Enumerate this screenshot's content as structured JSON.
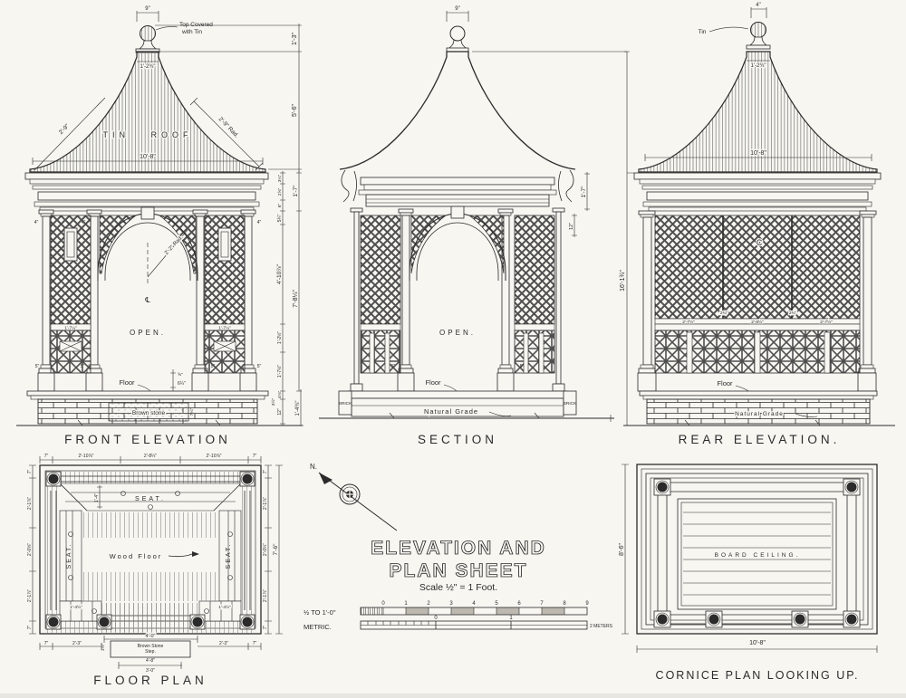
{
  "sheet": {
    "bg": "#f7f6f1",
    "ink": "#2b2b2b"
  },
  "front": {
    "title": "FRONT ELEVATION",
    "roof_label": "TIN ROOF",
    "open_label": "OPEN.",
    "floor_label": "Floor",
    "brownstone_label": "Brown stone",
    "note1": "Top Covered",
    "note2": "with Tin",
    "center_symbol": "℄",
    "d9": "9\"",
    "d1_3": "1'-3\"",
    "d5_6": "5'-6\"",
    "d1_2_34": "1'-2¾\"",
    "d10_8": "10'-8\"",
    "d2_9": "2'-9\"",
    "d2_9r": "2'-9\" Rad.",
    "d2_2r": "2'-2\" Rad.",
    "d3_14": "3¼\"",
    "d2_58": "2⅝\"",
    "d6": "6\"",
    "d1_7": "1'-7\"",
    "d5_14": "5¼\"",
    "d4_10_78": "4'-10⅞\"",
    "d7_8_14": "7'-8¼\"",
    "d1_2_12": "1'-2½\"",
    "d1_7_12": "1'-7½\"",
    "d4_18": "4⅛\"",
    "d3_12": "3½\"",
    "d12": "12\"",
    "d1_4_34": "1'-4¾\"",
    "d4": "4\"",
    "d5": "5\"",
    "d58": "⅝\"",
    "d6_14": "6¼\"",
    "d7_14": "7¼\"",
    "rail": "1'-7¼\""
  },
  "section": {
    "title": "SECTION",
    "open_label": "OPEN.",
    "floor_label": "Floor",
    "grade_label": "Natural Grade",
    "brick_label": "BRICK",
    "d9": "9\"",
    "d1_7": "1'-7\"",
    "d12": "12\"",
    "d5": "5\""
  },
  "rear": {
    "title": "REAR ELEVATION.",
    "tin_label": "Tin",
    "mark": "C",
    "floor_label": "Floor",
    "grade_label": "Natural Grade",
    "d4": "4\"",
    "d1_2_34": "1'-2¾\"",
    "d10_8": "10'-8\"",
    "d16_1_34": "16'-1¾\"",
    "da": "2'-7½\"",
    "db": "2'-8½\"",
    "dc": "2'-7½\"",
    "d2_34": "2¾\""
  },
  "plan": {
    "title": "FLOOR PLAN",
    "seat_top": "SEAT.",
    "seat_left": "SEAT.",
    "seat_right": "SEAT.",
    "wood_floor": "Wood Floor",
    "step1": "Brown Stone",
    "step2": "Step.",
    "d7": "7\"",
    "d2_10_78": "2'-10⅞\"",
    "d2_8_14": "2'-8¼\"",
    "d2_1_78": "2'-1⅞\"",
    "d2_0_58": "2'-0⅝\"",
    "d2_0_14": "2'-0¼\"",
    "d7_6": "7'-6\"",
    "d2_3": "2'-3\"",
    "d4_0": "4'-0\"",
    "d4_8": "4'-8\"",
    "d3_0": "3'-0\"",
    "d1_12": "1½\"",
    "d1_4": "1'-4\"",
    "d1_4_12": "1'-4½\""
  },
  "titleblock": {
    "north": "N.",
    "line1": "ELEVATION AND",
    "line2": "PLAN  SHEET",
    "scale": "Scale ½\" = 1 Foot.",
    "bar1_label": "½ TO 1'-0\"",
    "bar1_ticks": [
      "0",
      "1",
      "2",
      "3",
      "4",
      "5",
      "6",
      "7",
      "8",
      "9"
    ],
    "bar2_label": "METRIC.",
    "m0": "0",
    "m1": "1",
    "m2": "2 METERS"
  },
  "cornice": {
    "title": "CORNICE PLAN LOOKING UP.",
    "ceiling_label": "BOARD CEILING.",
    "d8_6": "8'-6\"",
    "d10_8": "10'-8\""
  }
}
